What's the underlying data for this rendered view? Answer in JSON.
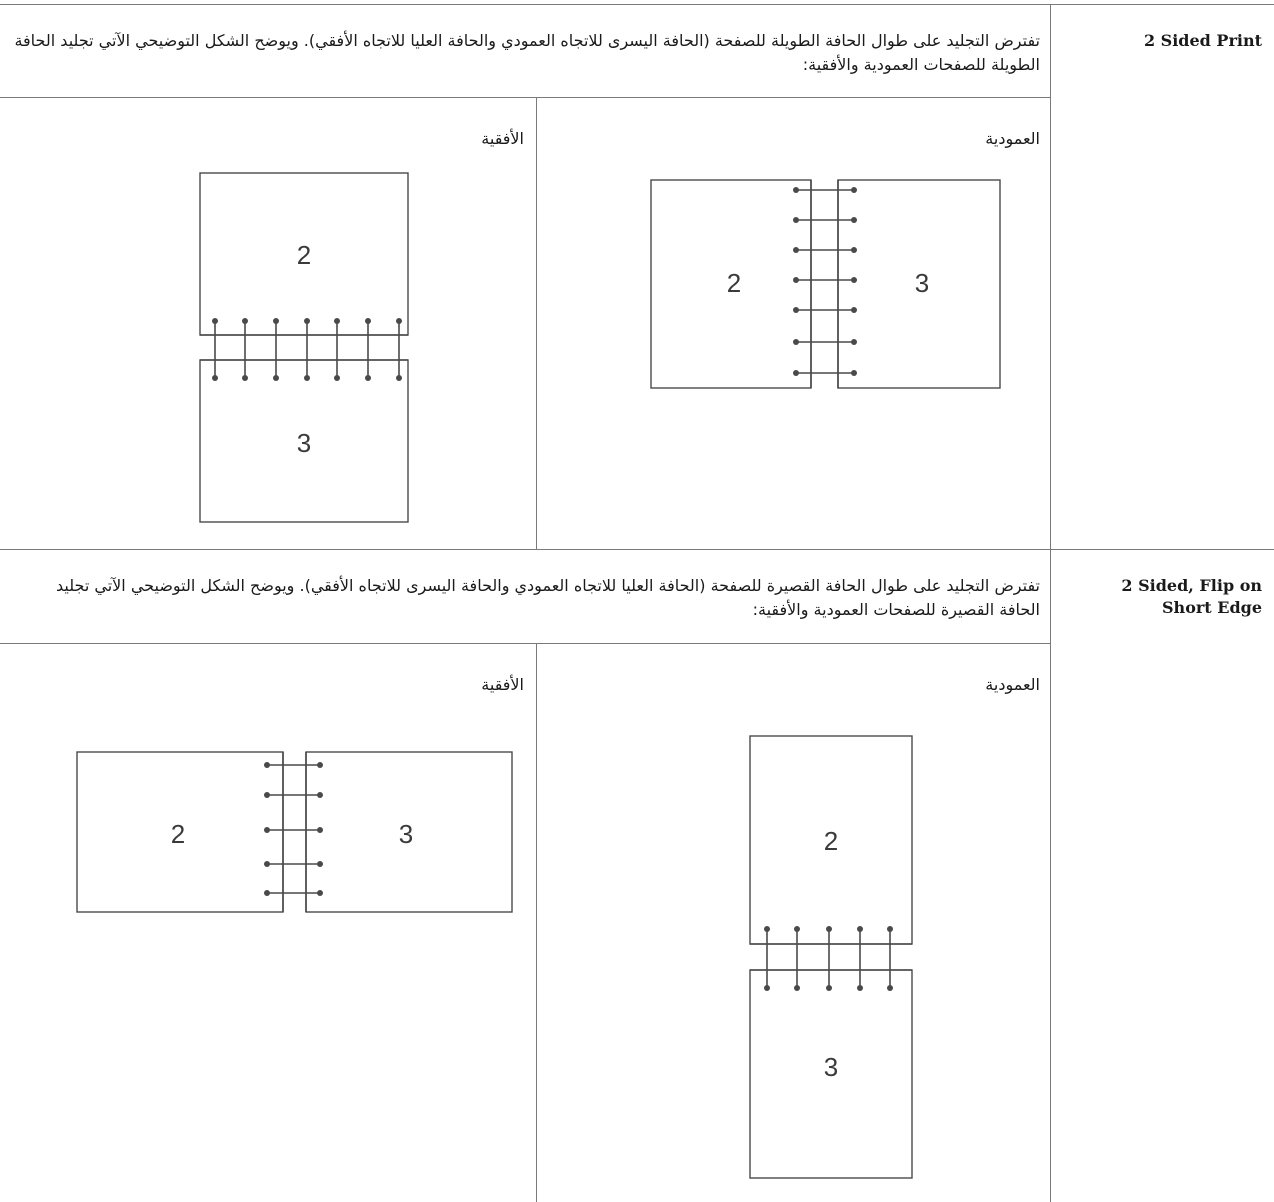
{
  "rows": [
    {
      "term": "2 Sided Print",
      "description": "تفترض التجليد على طوال الحافة الطويلة للصفحة (الحافة اليسرى للاتجاه العمودي والحافة العليا للاتجاه الأفقي). ويوضح الشكل التوضيحي الآتي تجليد الحافة الطويلة للصفحات العمودية والأفقية:",
      "portrait_label": "العمودية",
      "landscape_label": "الأفقية",
      "portrait_pages": [
        "2",
        "3"
      ],
      "landscape_pages": [
        "2",
        "3"
      ]
    },
    {
      "term": "2 Sided, Flip on Short Edge",
      "description": "تفترض التجليد على طوال الحافة القصيرة للصفحة (الحافة العليا للاتجاه العمودي والحافة اليسرى للاتجاه الأفقي). ويوضح الشكل التوضيحي الآتي تجليد الحافة القصيرة للصفحات العمودية والأفقية:",
      "portrait_label": "العمودية",
      "landscape_label": "الأفقية",
      "portrait_pages": [
        "2",
        "3"
      ],
      "landscape_pages": [
        "2",
        "3"
      ]
    }
  ],
  "colors": {
    "rule": "#7a7a7a",
    "ink": "#4a4a4a"
  }
}
